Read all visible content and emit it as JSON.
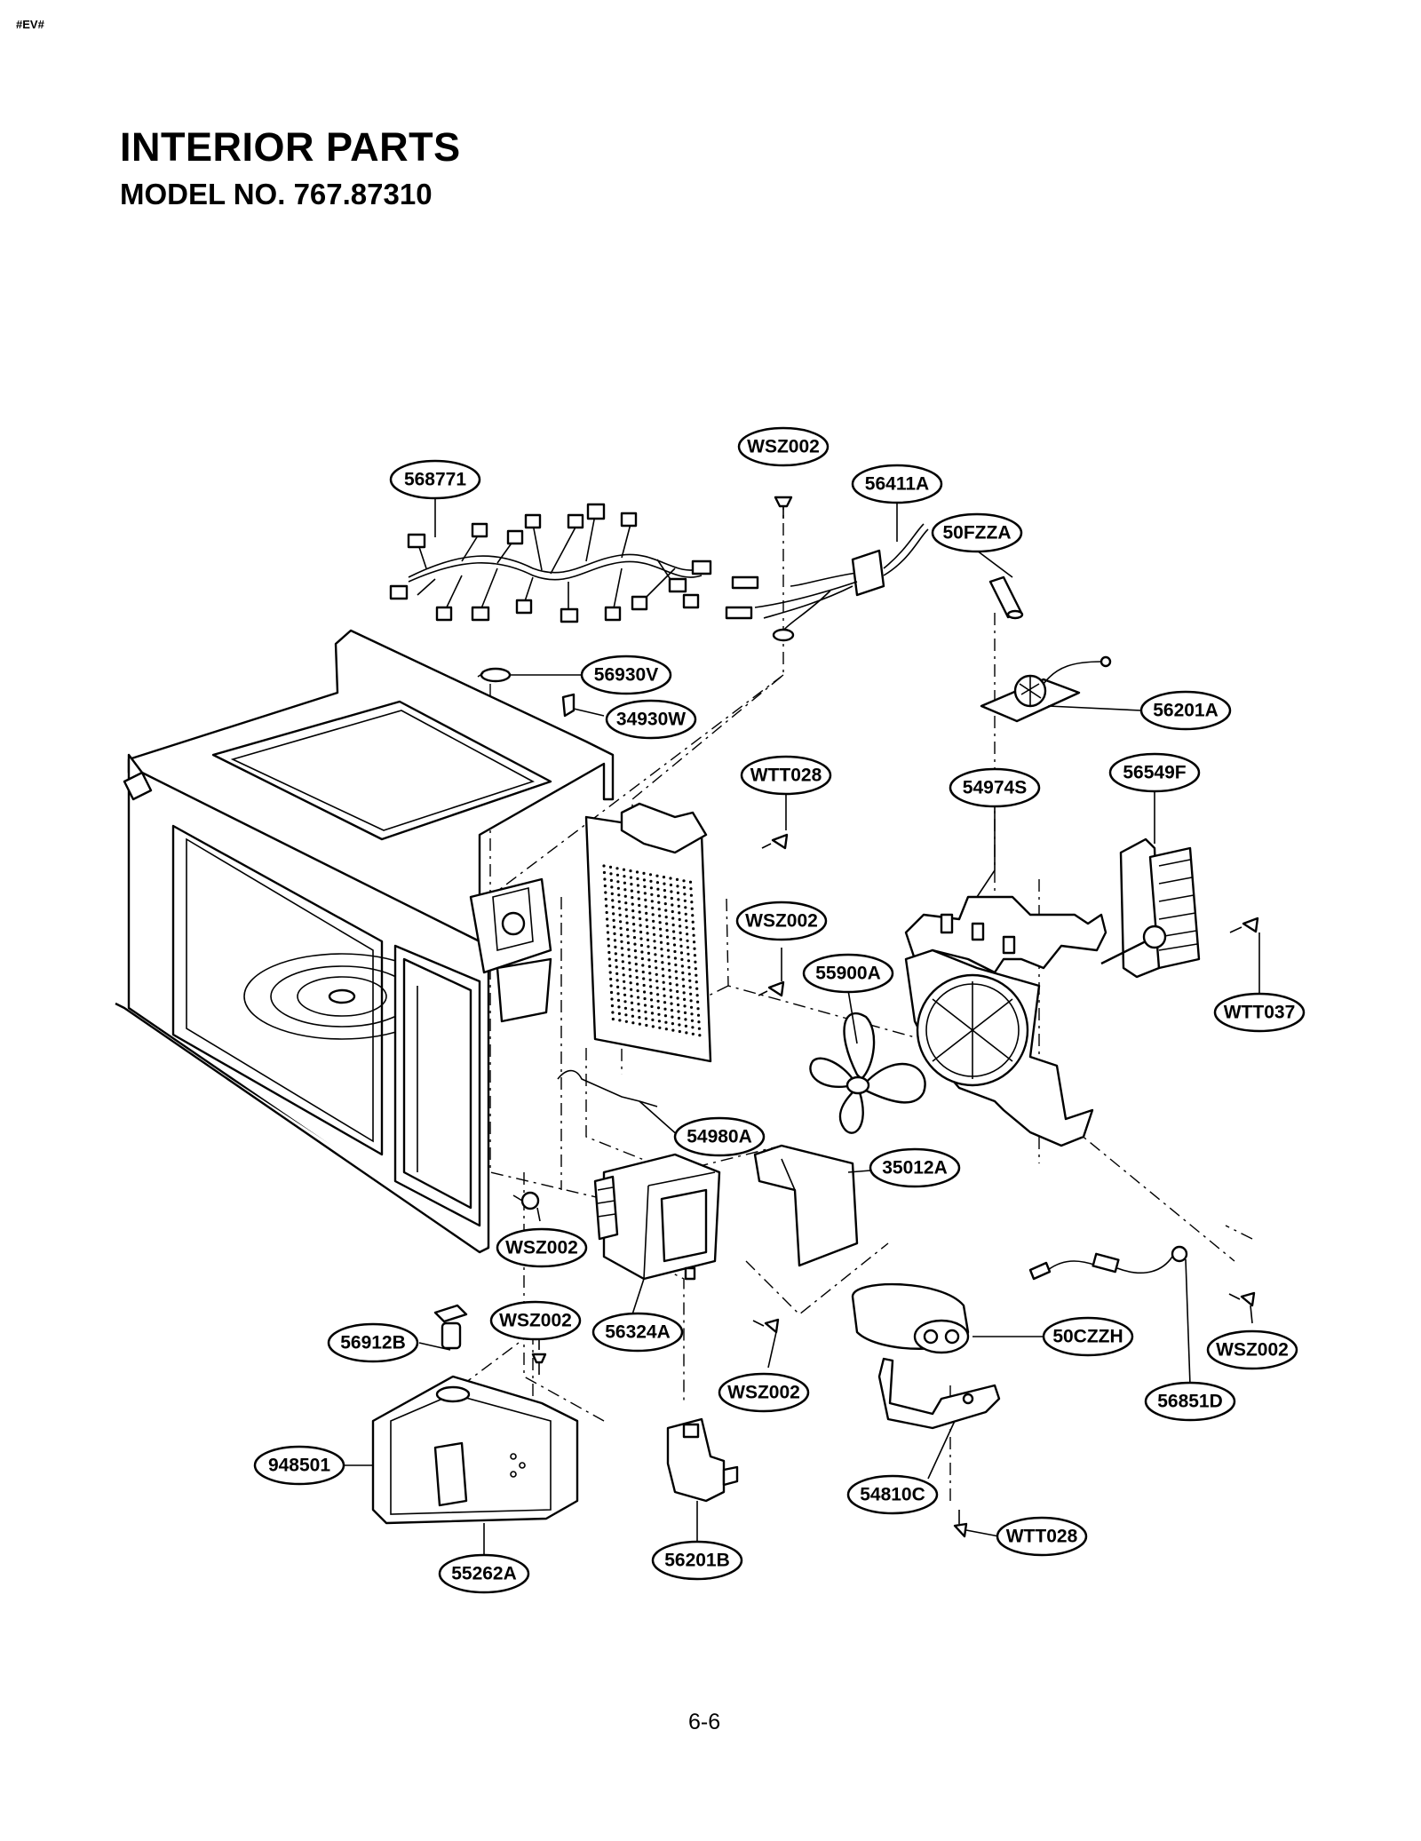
{
  "header": {
    "corner_tag": "#EV#",
    "title": "INTERIOR PARTS",
    "subtitle": "MODEL NO. 767.87310"
  },
  "parts": [
    {
      "id": "p568771",
      "label": "568771"
    },
    {
      "id": "pwsz002a",
      "label": "WSZ002"
    },
    {
      "id": "p56411a",
      "label": "56411A"
    },
    {
      "id": "p50fzza",
      "label": "50FZZA"
    },
    {
      "id": "p56930v",
      "label": "56930V"
    },
    {
      "id": "p34930w",
      "label": "34930W"
    },
    {
      "id": "p56201a",
      "label": "56201A"
    },
    {
      "id": "pwtt028a",
      "label": "WTT028"
    },
    {
      "id": "p54974s",
      "label": "54974S"
    },
    {
      "id": "p56549f",
      "label": "56549F"
    },
    {
      "id": "pwsz002b",
      "label": "WSZ002"
    },
    {
      "id": "p55900a",
      "label": "55900A"
    },
    {
      "id": "pwtt037",
      "label": "WTT037"
    },
    {
      "id": "p54980a",
      "label": "54980A"
    },
    {
      "id": "p35012a",
      "label": "35012A"
    },
    {
      "id": "pwsz002c",
      "label": "WSZ002"
    },
    {
      "id": "p56912b",
      "label": "56912B"
    },
    {
      "id": "pwsz002d",
      "label": "WSZ002"
    },
    {
      "id": "p56324a",
      "label": "56324A"
    },
    {
      "id": "p50czzh",
      "label": "50CZZH"
    },
    {
      "id": "pwsz002e",
      "label": "WSZ002"
    },
    {
      "id": "pwsz002f",
      "label": "WSZ002"
    },
    {
      "id": "p56851d",
      "label": "56851D"
    },
    {
      "id": "p948501",
      "label": "948501"
    },
    {
      "id": "p54810c",
      "label": "54810C"
    },
    {
      "id": "pwtt028b",
      "label": "WTT028"
    },
    {
      "id": "p55262a",
      "label": "55262A"
    },
    {
      "id": "p56201b",
      "label": "56201B"
    }
  ],
  "footer": {
    "page_number": "6-6"
  }
}
